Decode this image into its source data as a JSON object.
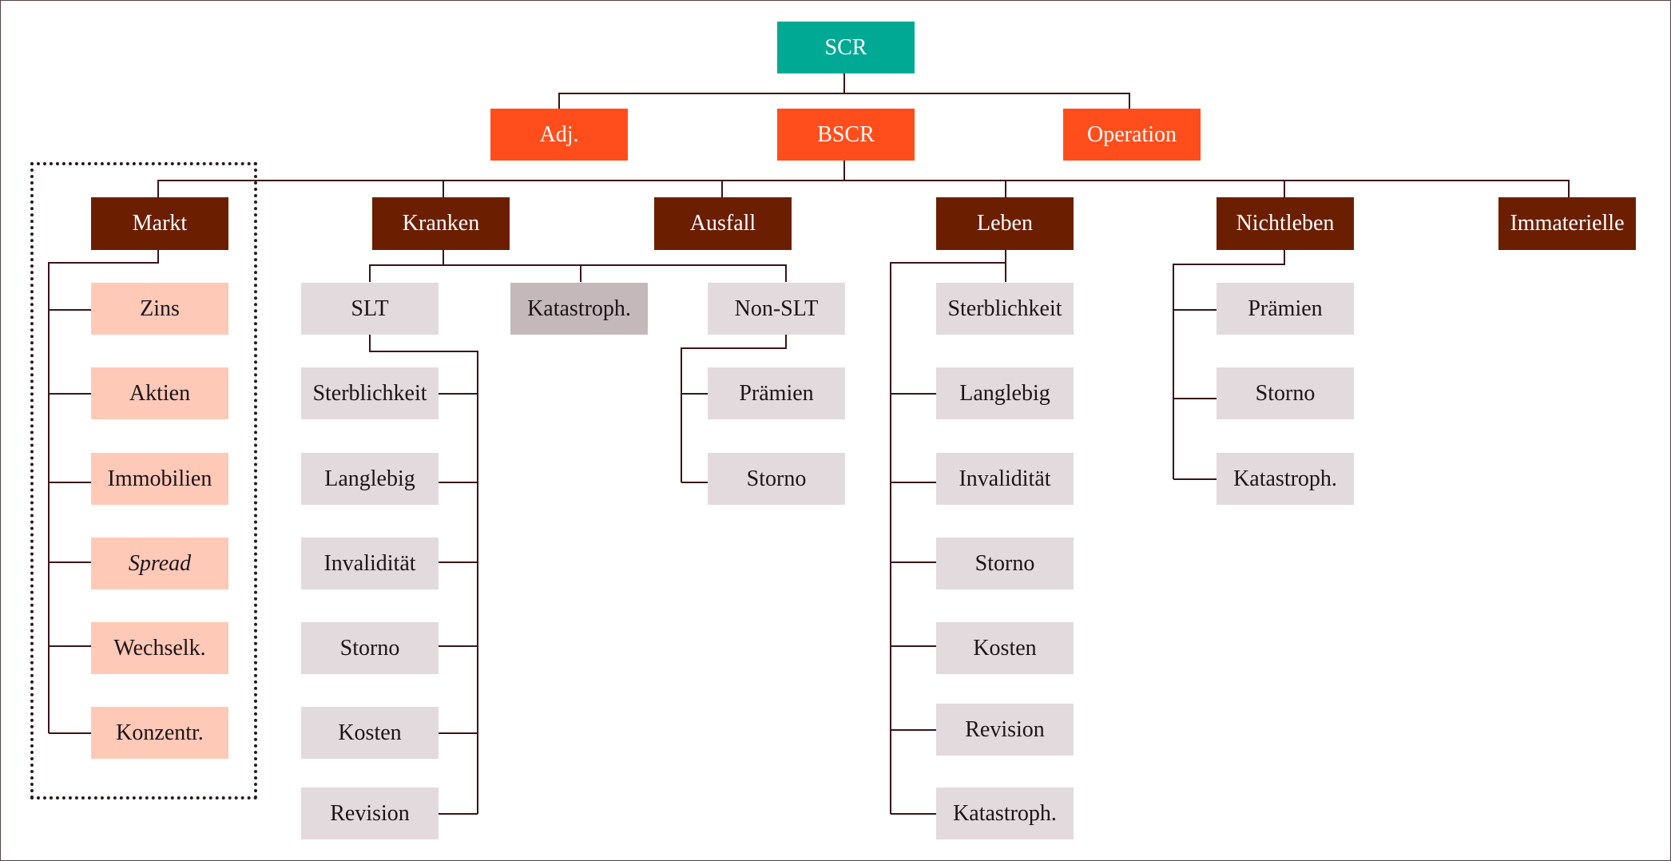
{
  "colors": {
    "root": "#00a994",
    "level1": "#ff4e1c",
    "level2": "#6b1f00",
    "market_sub": "#ffc9b8",
    "sub": "#e2dadd",
    "sub_dark": "#c4b8bb",
    "line": "#3a1418",
    "text_dark": "#1c1416",
    "text_light": "#ffffff"
  },
  "nodes": {
    "scr": "SCR",
    "adj": "Adj.",
    "bscr": "BSCR",
    "operation": "Operation",
    "markt": "Markt",
    "kranken": "Kranken",
    "ausfall": "Ausfall",
    "leben": "Leben",
    "nichtleben": "Nichtleben",
    "immaterielle": "Immaterielle",
    "markt_zins": "Zins",
    "markt_aktien": "Aktien",
    "markt_immobilien": "Immobilien",
    "markt_spread": "Spread",
    "markt_wechselk": "Wechselk.",
    "markt_konzentr": "Konzentr.",
    "kranken_slt": "SLT",
    "kranken_katastroph": "Katastroph.",
    "kranken_non_slt": "Non-SLT",
    "slt_sterblichkeit": "Sterblichkeit",
    "slt_langlebig": "Langlebig",
    "slt_invaliditaet": "Invalidität",
    "slt_storno": "Storno",
    "slt_kosten": "Kosten",
    "slt_revision": "Revision",
    "nonslt_praemien": "Prämien",
    "nonslt_storno": "Storno",
    "leben_sterblichkeit": "Sterblichkeit",
    "leben_langlebig": "Langlebig",
    "leben_invaliditaet": "Invalidität",
    "leben_storno": "Storno",
    "leben_kosten": "Kosten",
    "leben_revision": "Revision",
    "leben_katastroph": "Katastroph.",
    "nichtleben_praemien": "Prämien",
    "nichtleben_storno": "Storno",
    "nichtleben_katastroph": "Katastroph."
  }
}
